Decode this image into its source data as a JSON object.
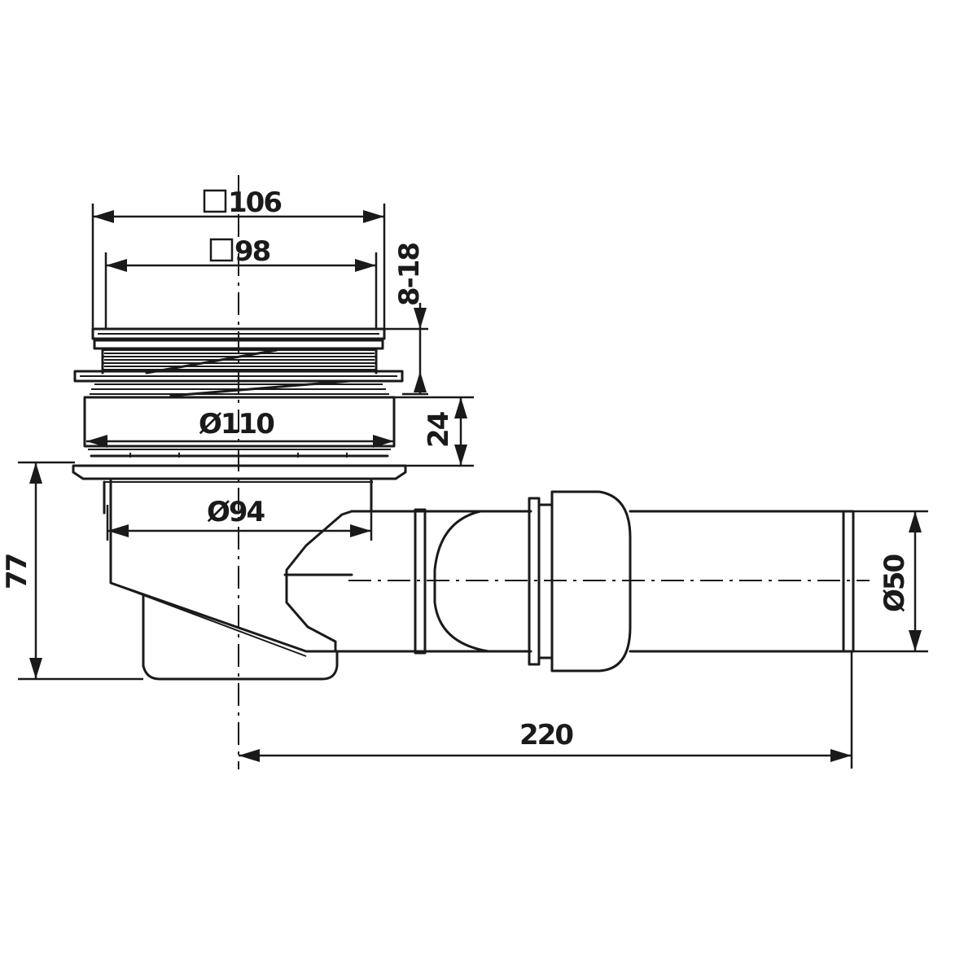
{
  "dimensions": {
    "width_top": "106",
    "width_inner": "98",
    "height_adjust": "8-18",
    "diameter_body": "Ø110",
    "height_flange": "24",
    "diameter_outlet": "Ø94",
    "total_height": "77",
    "pipe_diameter": "Ø50",
    "total_length": "220"
  },
  "colors": {
    "line": "#1a1a1a",
    "background": "#ffffff"
  },
  "icons": {
    "square_symbol": "square-section-icon"
  }
}
